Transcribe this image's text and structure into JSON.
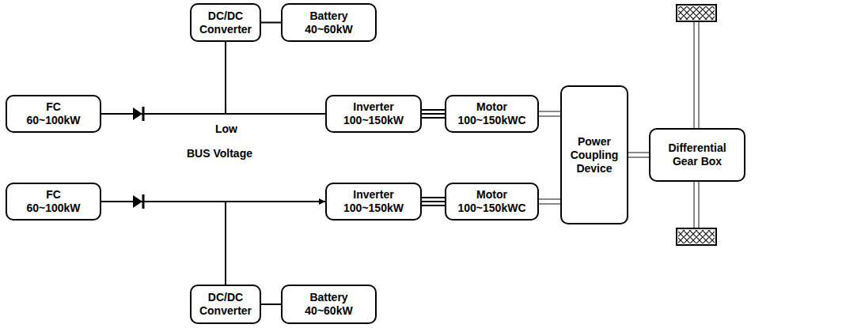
{
  "diagram": {
    "nodes": [
      {
        "text": [
          "DC/DC Converter"
        ]
      },
      {
        "text": [
          "Battery",
          "40~60kW"
        ]
      },
      {
        "text": [
          "FC",
          "60~100kW"
        ]
      },
      {
        "text": [
          "Inverter",
          "100~150kW"
        ]
      },
      {
        "text": [
          "Motor",
          "100~150kWC"
        ]
      },
      {
        "text": [
          "Power Coupling Device"
        ]
      },
      {
        "text": [
          "Differential Gear Box"
        ]
      },
      {
        "text": [
          "FC",
          "60~100kW"
        ]
      },
      {
        "text": [
          "Inverter",
          "100~150kW"
        ]
      },
      {
        "text": [
          "Motor",
          "100~150kWC"
        ]
      },
      {
        "text": [
          "DC/DC Converter"
        ]
      },
      {
        "text": [
          "Battery",
          "40~60kW"
        ]
      }
    ],
    "edges": [
      {
        "from": 0,
        "to": 1,
        "arrow": "none"
      },
      {
        "from": 2,
        "to": 3,
        "arrow": "none"
      },
      {
        "from": 0,
        "to": 3,
        "arrow": "none"
      },
      {
        "from": 3,
        "to": 4,
        "arrow": "none"
      },
      {
        "from": 4,
        "to": 5,
        "arrow": "none"
      },
      {
        "from": 5,
        "to": 6,
        "arrow": "none"
      },
      {
        "from": 7,
        "to": 8,
        "arrow": "to"
      },
      {
        "from": 10,
        "to": 8,
        "arrow": "none"
      },
      {
        "from": 8,
        "to": 9,
        "arrow": "none"
      },
      {
        "from": 9,
        "to": 5,
        "arrow": "none"
      },
      {
        "from": 10,
        "to": 11,
        "arrow": "none"
      }
    ],
    "labels": [
      "Low",
      "BUS Voltage"
    ]
  }
}
